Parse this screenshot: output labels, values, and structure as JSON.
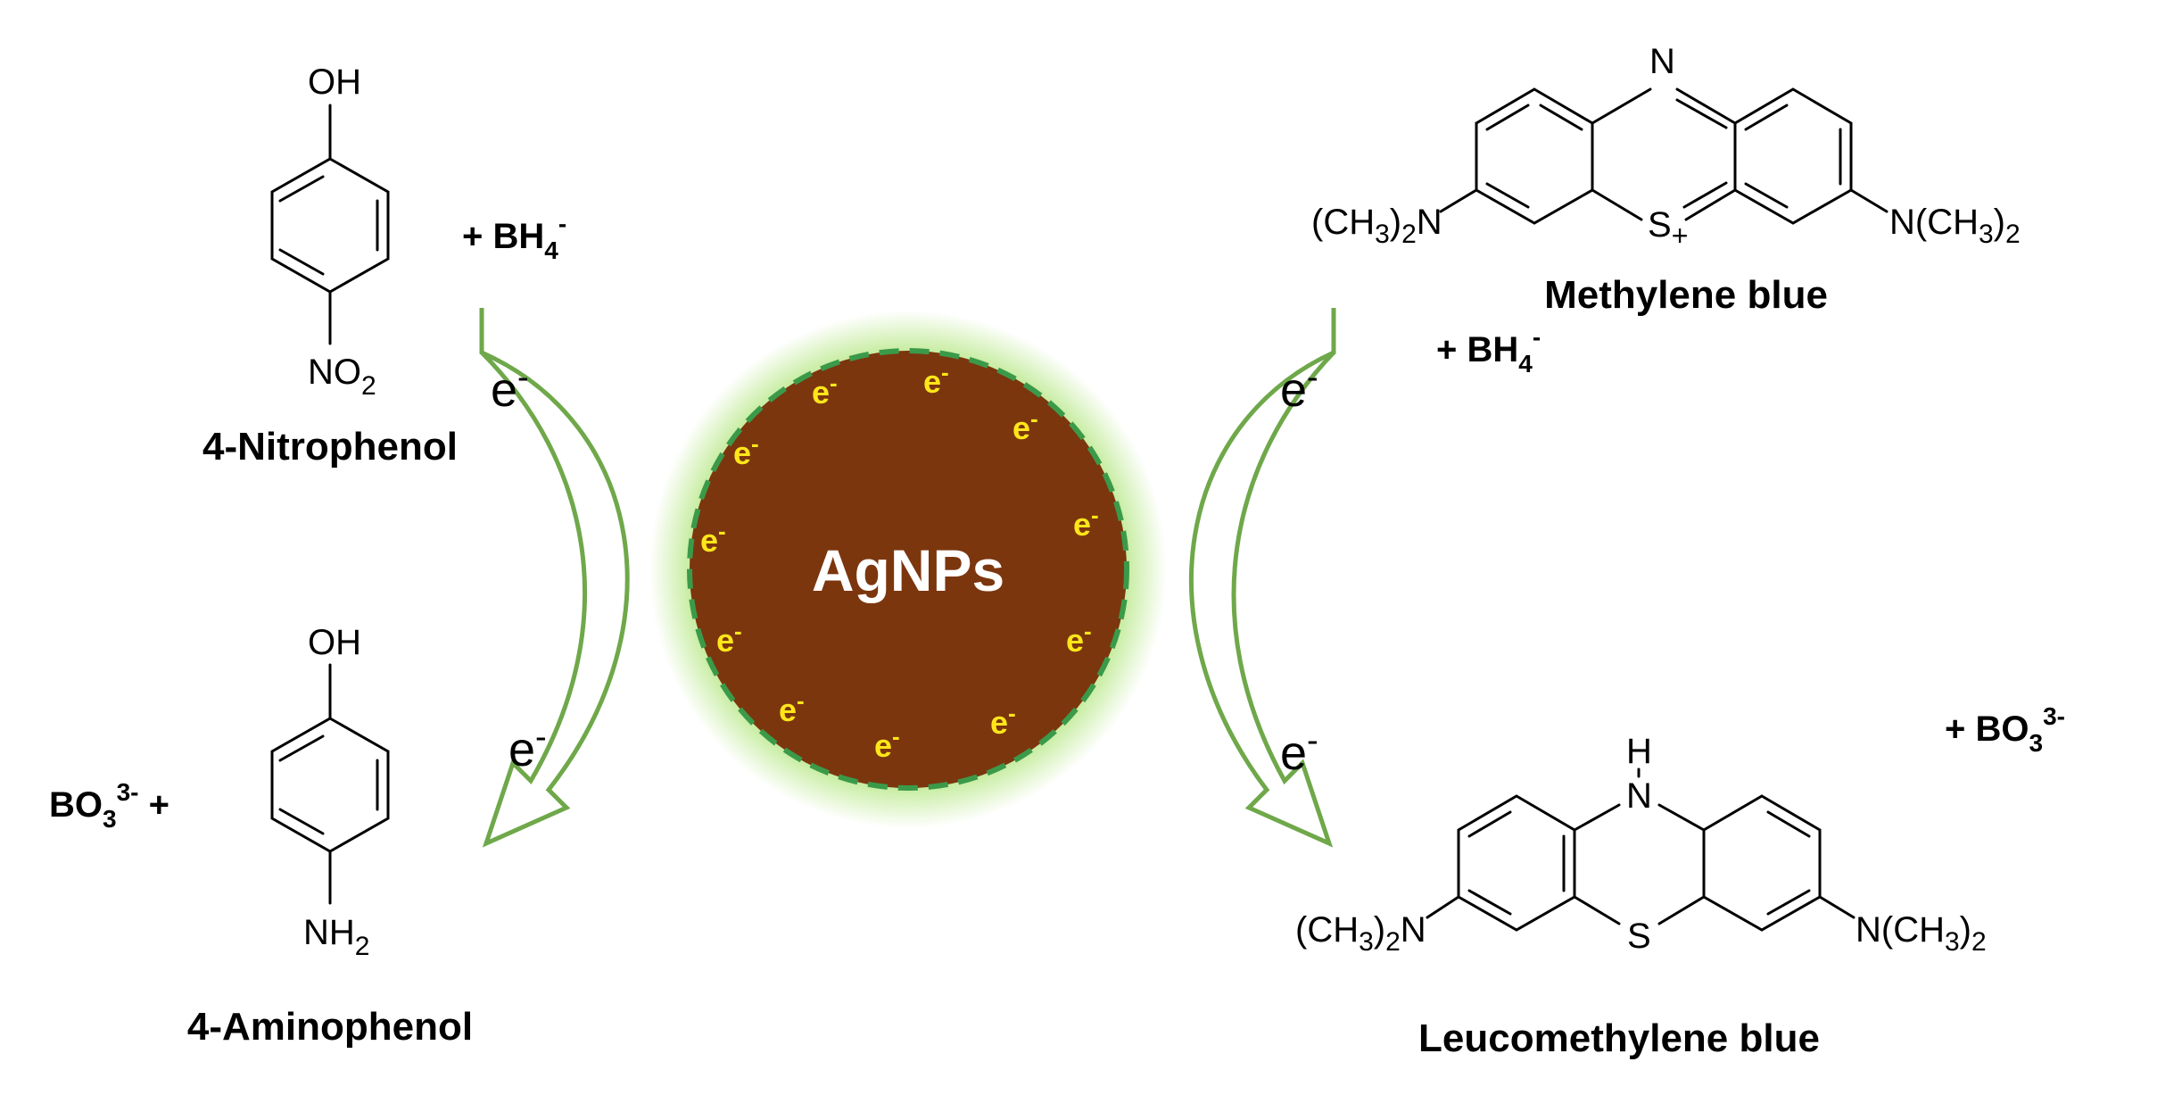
{
  "core": {
    "label": "AgNPs",
    "fill": "#7b360e",
    "ring": "#3b9a4a",
    "glow": "#a6e26a"
  },
  "electron": {
    "symbol": "e",
    "charge": "-"
  },
  "arrow_color": "#6fa84a",
  "reactants": {
    "nitrophenol": {
      "name": "4-Nitrophenol",
      "top": "OH",
      "bottom_main": "NO",
      "bottom_sub": "2"
    },
    "aminophenol": {
      "name": "4-Aminophenol",
      "top": "OH",
      "bottom_main": "NH",
      "bottom_sub": "2"
    },
    "methylene_blue": {
      "name": "Methylene blue",
      "n_top": "N",
      "s": "S",
      "s_charge": "+"
    },
    "leucomethylene_blue": {
      "name": "Leucomethylene blue",
      "nh": "H",
      "n": "N",
      "s": "S"
    }
  },
  "amine": {
    "left": "(CH",
    "sub3": "3",
    "mid": ")",
    "sub2": "2",
    "n": "N"
  },
  "reagents": {
    "plus": "+",
    "bh4": {
      "main": "BH",
      "sub": "4",
      "sup": "-"
    },
    "bo3": {
      "main": "BO",
      "sub": "3",
      "sup": "3-"
    }
  }
}
